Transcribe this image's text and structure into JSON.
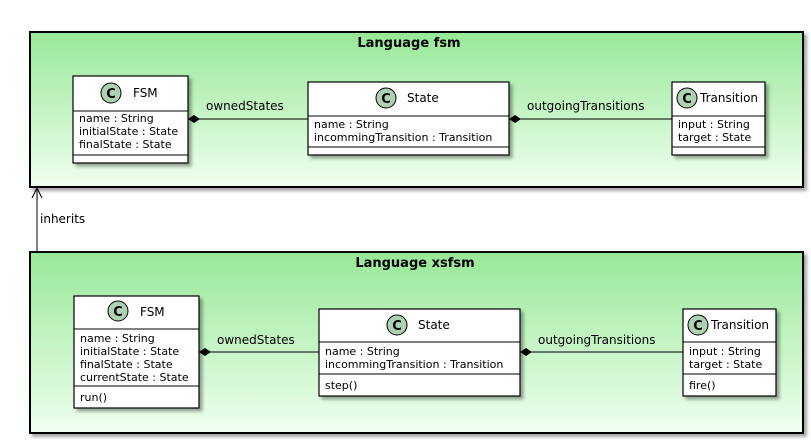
{
  "packages": {
    "fsm": {
      "title": "Language fsm",
      "classes": {
        "fsm": {
          "icon": "C",
          "name": "FSM",
          "attributes": [
            "name : String",
            "initialState : State",
            "finalState : State"
          ],
          "methods": []
        },
        "state": {
          "icon": "C",
          "name": "State",
          "attributes": [
            "name : String",
            "incommingTransition : Transition"
          ],
          "methods": []
        },
        "transition": {
          "icon": "C",
          "name": "Transition",
          "attributes": [
            "input : String",
            "target : State"
          ],
          "methods": []
        }
      },
      "relations": {
        "owned_states": "ownedStates",
        "outgoing_transitions": "outgoingTransitions"
      }
    },
    "xsfsm": {
      "title": "Language xsfsm",
      "classes": {
        "fsm": {
          "icon": "C",
          "name": "FSM",
          "attributes": [
            "name : String",
            "initialState : State",
            "finalState : State",
            "currentState : State"
          ],
          "methods": [
            "run()"
          ]
        },
        "state": {
          "icon": "C",
          "name": "State",
          "attributes": [
            "name : String",
            "incommingTransition : Transition"
          ],
          "methods": [
            "step()"
          ]
        },
        "transition": {
          "icon": "C",
          "name": "Transition",
          "attributes": [
            "input : String",
            "target : State"
          ],
          "methods": [
            "fire()"
          ]
        }
      },
      "relations": {
        "owned_states": "ownedStates",
        "outgoing_transitions": "outgoingTransitions"
      }
    }
  },
  "inherits_label": "inherits",
  "colors": {
    "package_gradient_top": "#98e898",
    "package_gradient_bottom": "#f0fff0",
    "class_icon_fill": "#add1b2",
    "class_fill": "#ffffff",
    "border": "#000000"
  }
}
